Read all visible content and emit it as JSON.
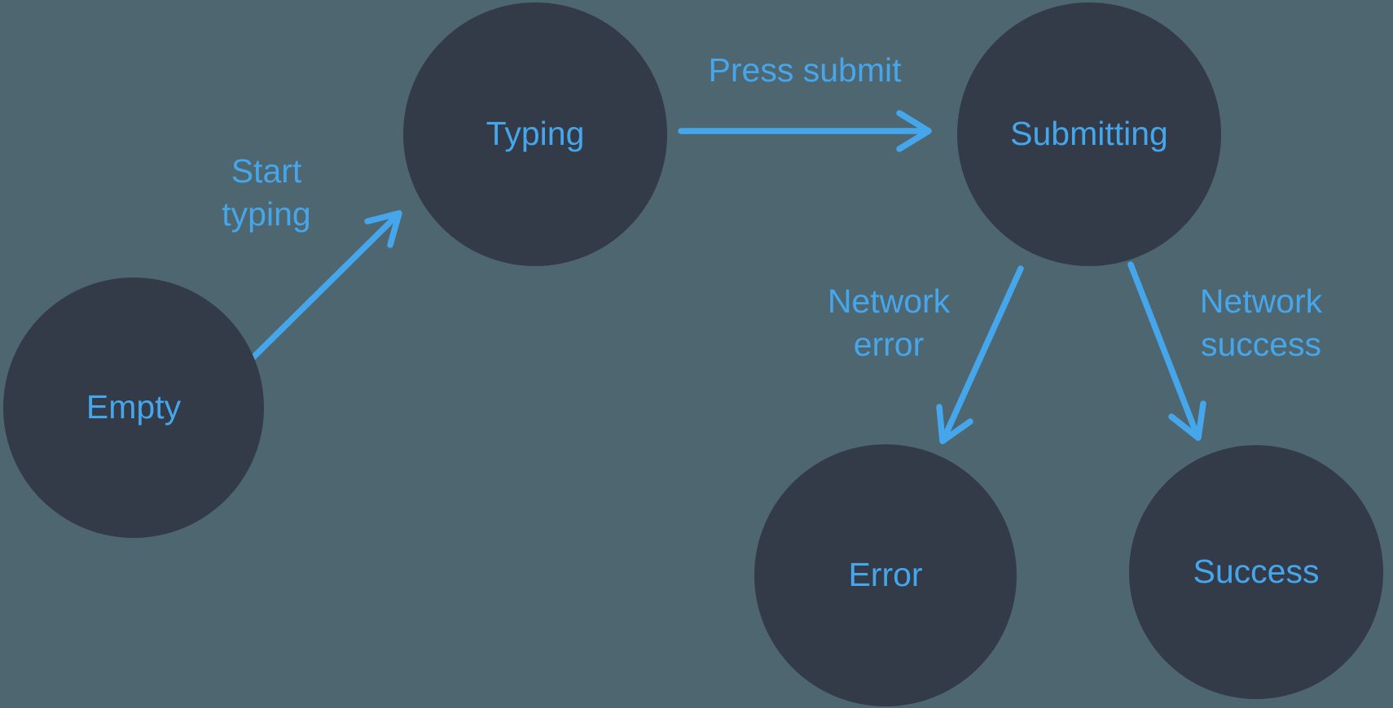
{
  "theme": {
    "background_color": "#4D6670",
    "node_fill_color": "#333B48",
    "accent_color": "#45A6EC"
  },
  "diagram": {
    "type": "state-machine-flow",
    "states": [
      {
        "id": "empty",
        "label": "Empty"
      },
      {
        "id": "typing",
        "label": "Typing"
      },
      {
        "id": "submitting",
        "label": "Submitting"
      },
      {
        "id": "error",
        "label": "Error"
      },
      {
        "id": "success",
        "label": "Success"
      }
    ],
    "transitions": [
      {
        "id": "start-typing",
        "from": "empty",
        "to": "typing",
        "label": "Start typing"
      },
      {
        "id": "press-submit",
        "from": "typing",
        "to": "submitting",
        "label": "Press submit"
      },
      {
        "id": "network-error",
        "from": "submitting",
        "to": "error",
        "label": "Network error"
      },
      {
        "id": "network-success",
        "from": "submitting",
        "to": "success",
        "label": "Network success"
      }
    ]
  }
}
